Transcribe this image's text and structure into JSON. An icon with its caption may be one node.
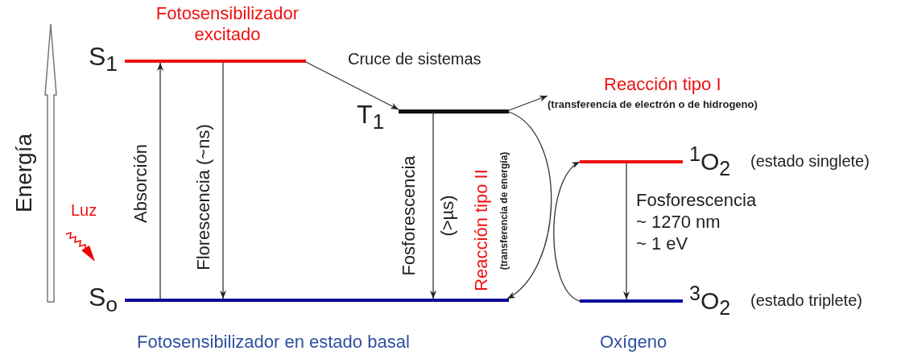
{
  "diagram": {
    "nodes": [
      {
        "text": [
          "S$_{1}$",
          "Fotosensibilizador excitado"
        ]
      },
      {
        "text": [
          "T$_{1}$"
        ]
      },
      {
        "text": [
          "Reacción tipo I",
          "(transferencia de electrón o de hidrogeno)"
        ]
      },
      {
        "text": [
          "$^{1}$O$_{2}$",
          "(estado singlete)"
        ]
      },
      {
        "text": [
          "S$_{o}$"
        ]
      },
      {
        "text": [
          "$^{3}$O$_{2}$",
          "(estado triplete)"
        ]
      }
    ],
    "edges": [
      {
        "from": 4,
        "to": 0,
        "arrow": "to",
        "label": "Absorción"
      },
      {
        "from": 0,
        "to": 4,
        "arrow": "to",
        "label": "Florescencia (~ns)"
      },
      {
        "from": 0,
        "to": 1,
        "arrow": "to",
        "label": "Cruce de sistemas"
      },
      {
        "from": 1,
        "to": 2,
        "arrow": "to"
      },
      {
        "from": 1,
        "to": 4,
        "arrow": "to",
        "label": "Fosforescencia"
      },
      {
        "from": 1,
        "to": 4,
        "arrow": "to",
        "label": "Reacción tipo II"
      },
      {
        "from": 5,
        "to": 3,
        "arrow": "to"
      },
      {
        "from": 3,
        "to": 5,
        "arrow": "to",
        "label": "Fosforescencia"
      }
    ],
    "labels": [
      "Energía",
      "Luz",
      "(>µs)",
      "(transferencia de energía)",
      "~ 1270 nm",
      "~ 1 eV",
      "Fotosensibilizador en estado basal",
      "Oxígeno"
    ]
  }
}
